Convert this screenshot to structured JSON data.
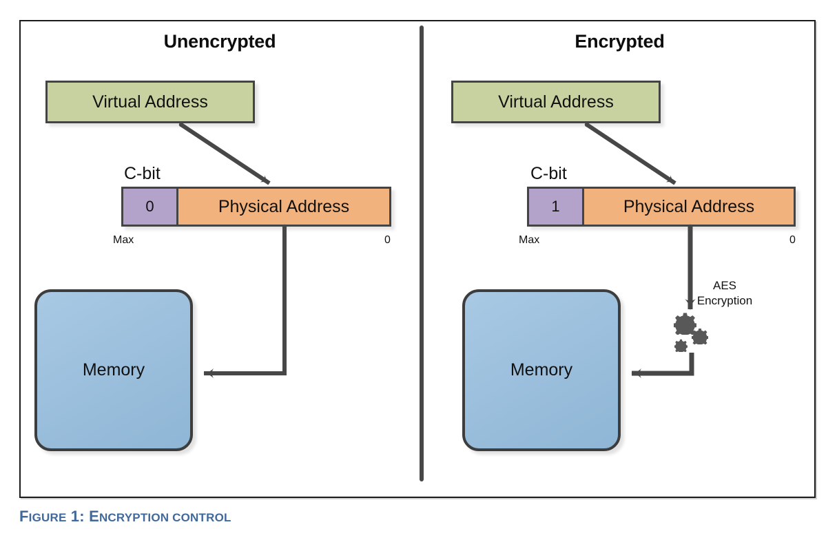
{
  "figure": {
    "caption_prefix": "F",
    "caption_prefix_rest": "IGURE",
    "caption_number": " 1: ",
    "caption_title_first": "E",
    "caption_title_rest": "NCRYPTION CONTROL",
    "caption_full": "FIGURE 1: ENCRYPTION CONTROL"
  },
  "panels": [
    {
      "id": "unencrypted",
      "title": "Unencrypted",
      "virtual_address_label": "Virtual Address",
      "cbit_caption": "C-bit",
      "cbit_value": "0",
      "physical_address_label": "Physical Address",
      "tick_left": "Max",
      "tick_right": "0",
      "memory_label": "Memory",
      "has_encryption_stage": false
    },
    {
      "id": "encrypted",
      "title": "Encrypted",
      "virtual_address_label": "Virtual Address",
      "cbit_caption": "C-bit",
      "cbit_value": "1",
      "physical_address_label": "Physical Address",
      "tick_left": "Max",
      "tick_right": "0",
      "memory_label": "Memory",
      "has_encryption_stage": true,
      "encryption_label_line1": "AES",
      "encryption_label_line2": "Encryption",
      "encryption_icon": "gears-icon"
    }
  ],
  "colors": {
    "virtual_address_fill": "#c8d2a0",
    "cbit_fill": "#b3a3cb",
    "physical_address_fill": "#f2b27e",
    "memory_fill": "#9cc0dd",
    "stroke": "#444444",
    "connector": "#474747",
    "caption_text": "#41699b",
    "frame_border": "#1a1a1a"
  }
}
